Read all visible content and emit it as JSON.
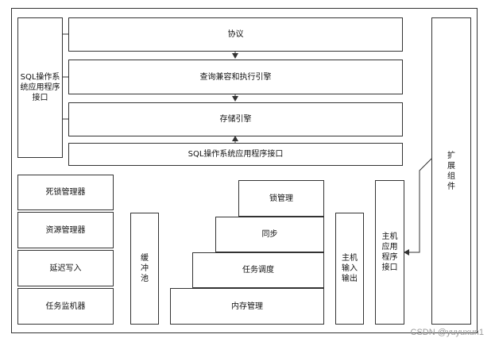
{
  "diagram": {
    "sql_interface_side": "SQL操作系统应用程序接口",
    "layers": {
      "protocol": "协议",
      "query_engine": "查询兼容和执行引擎",
      "storage_engine": "存储引擎",
      "sql_interface_bottom": "SQL操作系统应用程序接口"
    },
    "extension": "扩展组件",
    "left_managers": [
      "死锁管理器",
      "资源管理器",
      "延迟写入",
      "任务监机器"
    ],
    "buffer_pool": "缓冲池",
    "stack": {
      "lock": "锁管理",
      "sync": "同步",
      "scheduling": "任务调度",
      "memory": "内存管理"
    },
    "host_io": "主机输入输出",
    "host_api": "主机应用程序接口"
  },
  "colors": {
    "line": "#333333",
    "watermark": "#9a9a9a"
  },
  "watermark": "CSDN @yuyuxun1"
}
